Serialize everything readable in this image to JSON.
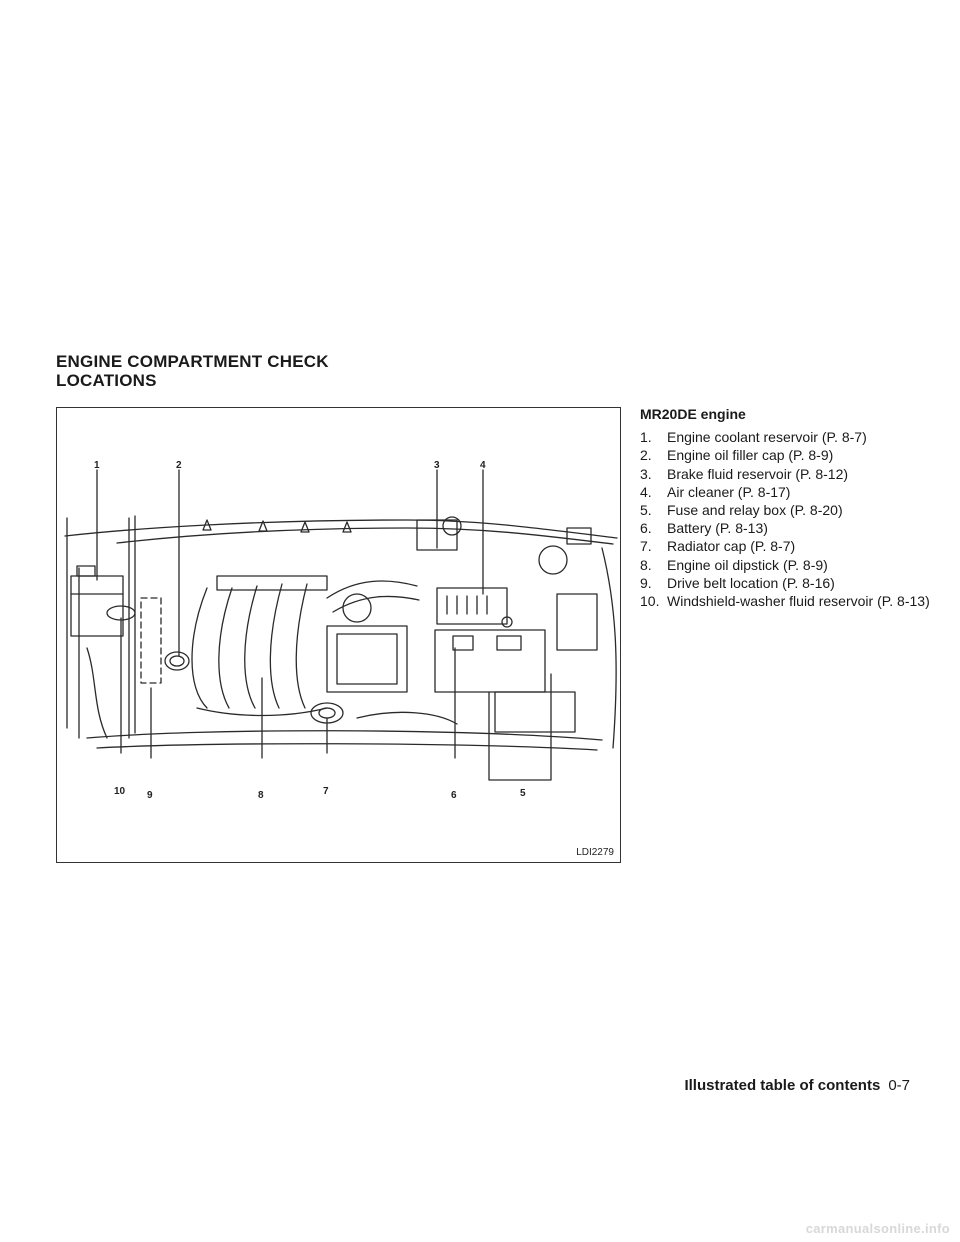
{
  "heading": {
    "line1": "ENGINE COMPARTMENT CHECK",
    "line2": "LOCATIONS"
  },
  "figure": {
    "code": "LDI2279",
    "callouts": [
      "1",
      "2",
      "3",
      "4",
      "5",
      "6",
      "7",
      "8",
      "9",
      "10"
    ]
  },
  "legend": {
    "title": "MR20DE engine",
    "items": [
      {
        "num": "1.",
        "text": "Engine coolant reservoir (P. 8-7)"
      },
      {
        "num": "2.",
        "text": "Engine oil filler cap (P. 8-9)"
      },
      {
        "num": "3.",
        "text": "Brake fluid reservoir (P. 8-12)"
      },
      {
        "num": "4.",
        "text": "Air cleaner (P. 8-17)"
      },
      {
        "num": "5.",
        "text": "Fuse and relay box (P. 8-20)"
      },
      {
        "num": "6.",
        "text": "Battery (P. 8-13)"
      },
      {
        "num": "7.",
        "text": "Radiator cap (P. 8-7)"
      },
      {
        "num": "8.",
        "text": "Engine oil dipstick (P. 8-9)"
      },
      {
        "num": "9.",
        "text": "Drive belt location (P. 8-16)"
      },
      {
        "num": "10.",
        "text": "Windshield-washer fluid reservoir (P. 8-13)"
      }
    ]
  },
  "footer": {
    "section_title": "Illustrated table of contents",
    "page_number": "0-7"
  },
  "watermark": "carmanualsonline.info"
}
